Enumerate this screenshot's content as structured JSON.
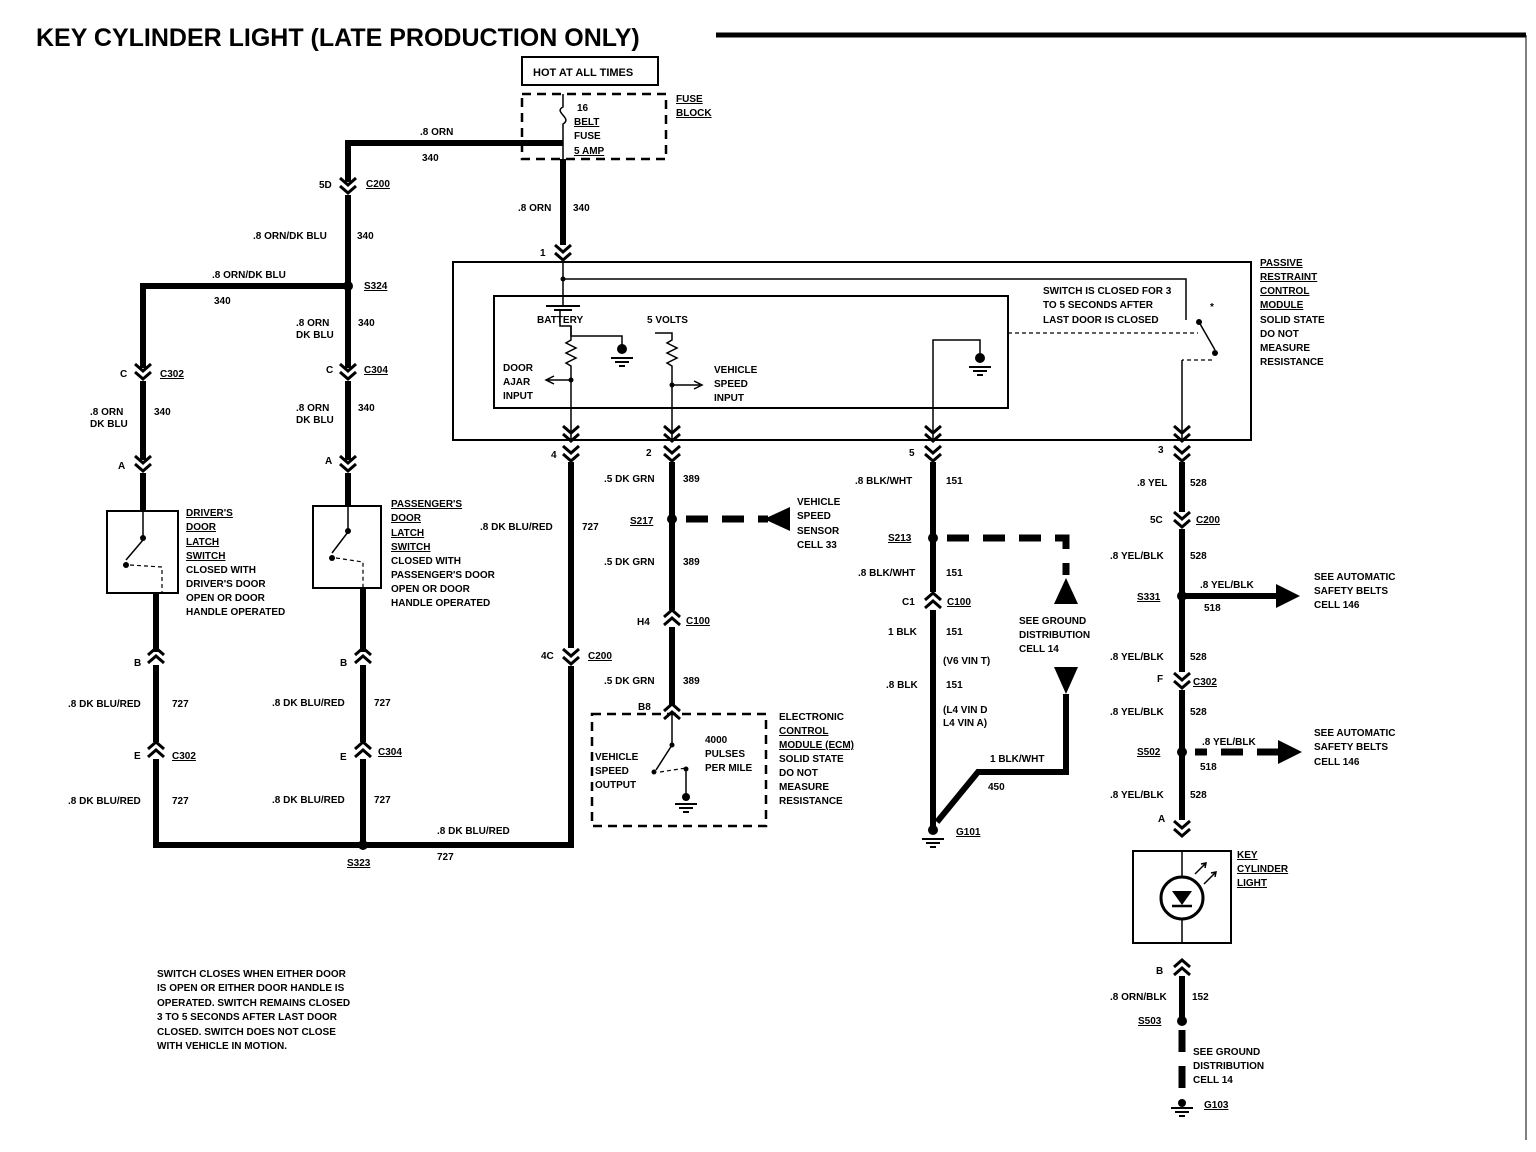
{
  "title": "KEY CYLINDER LIGHT (LATE PRODUCTION ONLY)",
  "hot": "HOT AT ALL TIMES",
  "fuse": {
    "l1": "16",
    "l2": "BELT",
    "l3": "FUSE",
    "l4": "5 AMP",
    "block1": "FUSE",
    "block2": "BLOCK"
  },
  "wires": {
    "orn": ".8 ORN",
    "c340": "340",
    "orn_dkblu": ".8 ORN/DK BLU",
    "orn_dkblu2": ".8 ORN/DK BLU",
    "orn2a": ".8 ORN",
    "dkblu": "DK BLU",
    "dkblu_red": ".8 DK BLU/RED",
    "c727": "727",
    "dkgrn": ".5 DK GRN",
    "c389": "389",
    "blkwht": ".8 BLK/WHT",
    "c151": "151",
    "blk1": "1 BLK",
    "blk8": ".8 BLK",
    "v6": "(V6 VIN T)",
    "l4d": "(L4 VIN D",
    "l4a": "L4 VIN A)",
    "blkwht1": "1 BLK/WHT",
    "c450": "450",
    "yel": ".8 YEL",
    "c528": "528",
    "yelblk": ".8 YEL/BLK",
    "c518": "518",
    "yelblk_b": ".8 YEL/BLK",
    "ornblk": ".8 ORN/BLK",
    "c152": "152"
  },
  "connectors": {
    "c200": "C200",
    "c302": "C302",
    "c304": "C304",
    "c100": "C100",
    "s324": "S324",
    "s323": "S323",
    "s217": "S217",
    "s213": "S213",
    "s331": "S331",
    "s502": "S502",
    "s503": "S503",
    "g101": "G101",
    "g103": "G103",
    "p5d": "5D",
    "pc": "C",
    "pa": "A",
    "pb": "B",
    "pe": "E",
    "p1": "1",
    "p4": "4",
    "p2": "2",
    "p5": "5",
    "p3": "3",
    "p4c": "4C",
    "ph4": "H4",
    "pb8": "B8",
    "pc1": "C1",
    "p5c": "5C",
    "pf": "F"
  },
  "module": {
    "name": [
      "PASSIVE",
      "RESTRAINT",
      "CONTROL",
      "MODULE"
    ],
    "note": [
      "SOLID STATE",
      "DO NOT",
      "MEASURE",
      "RESISTANCE"
    ],
    "battery": "BATTERY",
    "volts": "5 VOLTS",
    "door": [
      "DOOR",
      "AJAR",
      "INPUT"
    ],
    "vss": [
      "VEHICLE",
      "SPEED",
      "INPUT"
    ],
    "sw": [
      "SWITCH IS CLOSED FOR 3",
      "TO 5 SECONDS AFTER",
      "LAST DOOR IS CLOSED"
    ],
    "star": "*"
  },
  "driver": {
    "name": [
      "DRIVER'S",
      "DOOR",
      "LATCH",
      "SWITCH"
    ],
    "desc": [
      "CLOSED WITH",
      "DRIVER'S DOOR",
      "OPEN OR DOOR",
      "HANDLE OPERATED"
    ]
  },
  "passenger": {
    "name": [
      "PASSENGER'S",
      "DOOR",
      "LATCH",
      "SWITCH"
    ],
    "desc": [
      "CLOSED WITH",
      "PASSENGER'S DOOR",
      "OPEN OR DOOR",
      "HANDLE OPERATED"
    ]
  },
  "vsensor": [
    "VEHICLE",
    "SPEED",
    "SENSOR",
    "CELL 33"
  ],
  "ecm": {
    "name": [
      "ELECTRONIC",
      "CONTROL",
      "MODULE (ECM)"
    ],
    "note": [
      "SOLID STATE",
      "DO NOT",
      "MEASURE",
      "RESISTANCE"
    ],
    "vso": [
      "VEHICLE",
      "SPEED",
      "OUTPUT"
    ],
    "pulses": [
      "4000",
      "PULSES",
      "PER MILE"
    ]
  },
  "ground_dist": [
    "SEE GROUND",
    "DISTRIBUTION",
    "CELL 14"
  ],
  "ground_dist2": [
    "SEE GROUND",
    "DISTRIBUTION",
    "CELL 14"
  ],
  "seatbelt1": [
    "SEE AUTOMATIC",
    "SAFETY BELTS",
    "CELL 146"
  ],
  "seatbelt2": [
    "SEE AUTOMATIC",
    "SAFETY BELTS",
    "CELL 146"
  ],
  "keylight": [
    "KEY",
    "CYLINDER",
    "LIGHT"
  ],
  "footnote": [
    "SWITCH CLOSES WHEN EITHER DOOR",
    "IS OPEN OR EITHER DOOR HANDLE IS",
    "OPERATED. SWITCH REMAINS CLOSED",
    "3 TO 5 SECONDS AFTER LAST DOOR",
    "CLOSED. SWITCH DOES NOT CLOSE",
    "WITH VEHICLE IN MOTION."
  ]
}
